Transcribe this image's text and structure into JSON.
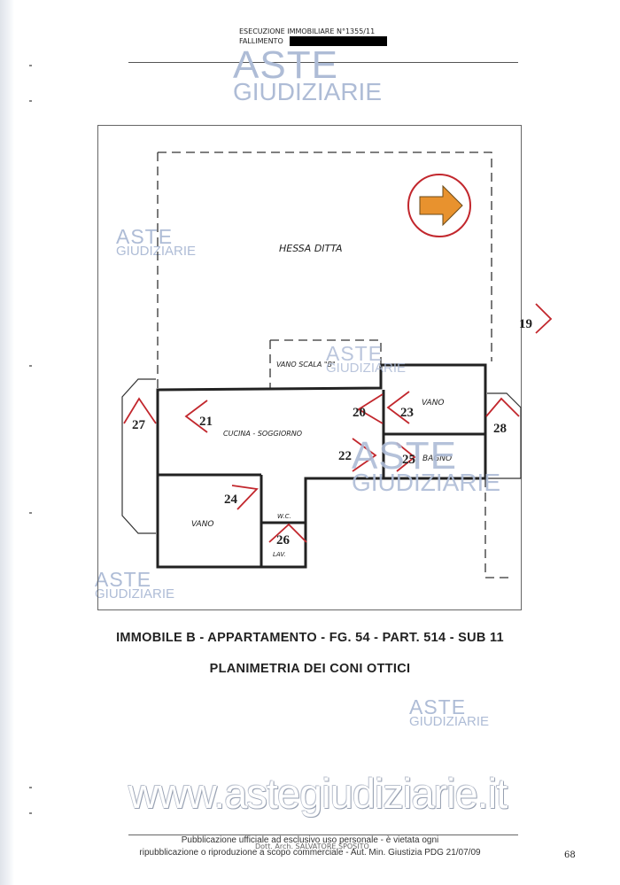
{
  "header": {
    "line1": "ESECUZIONE IMMOBILIARE N°1355/11",
    "line2": "FALLIMENTO"
  },
  "watermark": {
    "brand_top": "ASTE",
    "brand_bottom": "GIUDIZIARIE",
    "website": "www.astegiudiziarie.it"
  },
  "plan": {
    "north_icon": "arrow-right-in-circle-icon",
    "labels": {
      "area": "HESSA DITTA",
      "stair": "VANO SCALA \"B\"",
      "kitchen": "CUCINA - SOGGIORNO",
      "room1": "VANO",
      "room2": "VANO",
      "bath": "BAGNO",
      "wc": "W.C.",
      "lav": "LAV."
    },
    "cones": [
      "19",
      "20",
      "21",
      "22",
      "23",
      "24",
      "25",
      "26",
      "27",
      "28"
    ]
  },
  "caption": {
    "line1": "IMMOBILE B - APPARTAMENTO  -  FG. 54 - PART. 514 - SUB 11",
    "line2": "PLANIMETRIA DEI CONI OTTICI"
  },
  "footer": {
    "author": "Dott. Arch. SALVATORE SPOSITO",
    "notice1": "Pubblicazione ufficiale ad esclusivo uso personale - è vietata ogni",
    "notice2": "ripubblicazione o riproduzione a scopo commerciale - Aut. Min. Giustizia PDG 21/07/09",
    "page_number": "68"
  },
  "colors": {
    "watermark": "#aebcd6",
    "cone_red": "#c2272d",
    "arrow_orange": "#e8922e"
  }
}
